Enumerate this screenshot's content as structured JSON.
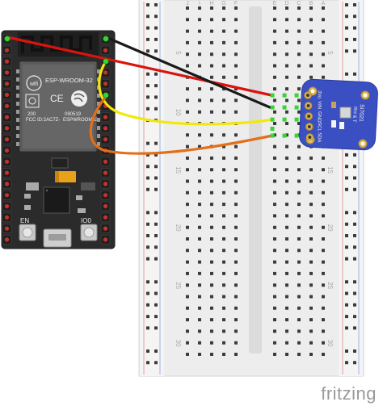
{
  "brand": "fritzing",
  "module": {
    "name": "ESP-WROOM-32",
    "cert_lines": [
      "FCC ID:2AC7Z-",
      "ESPWROOM32",
      "200",
      "090519"
    ],
    "button_left": "EN",
    "button_right": "IO0"
  },
  "sensor": {
    "name": "Si7021",
    "line2": "RH & T",
    "pins": [
      "3Vo",
      "VIN",
      "GND",
      "SCL",
      "SDA"
    ]
  },
  "breadboard": {
    "row_numbers": [
      "5",
      "10",
      "15",
      "20",
      "25",
      "30"
    ],
    "letters_left": [
      "J",
      "I",
      "H",
      "G",
      "F"
    ],
    "letters_right": [
      "E",
      "D",
      "C",
      "B",
      "A"
    ]
  },
  "wire_colors": {
    "red": "#d9140e",
    "black": "#1a1a1a",
    "yellow": "#f2e80a",
    "orange": "#e2701a"
  },
  "colors": {
    "board": "#2b2b2b",
    "sensor": "#3a4fc1",
    "breadboard": "#eeeeee"
  }
}
